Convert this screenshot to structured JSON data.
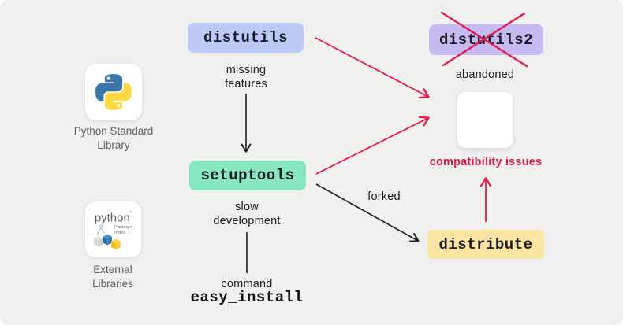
{
  "diagram": {
    "background": "#f0f0ee",
    "accent_red": "#e01a4a",
    "line_black": "#1c1c1c"
  },
  "cards": {
    "stdlib": {
      "icon": "python-logo",
      "label_line1": "Python Standard",
      "label_line2": "Library"
    },
    "pypi": {
      "icon": "pypi-logo",
      "logo_word": "python",
      "logo_tm": "™",
      "logo_sub_line1": "Package",
      "logo_sub_line2": "Index",
      "label_line1": "External",
      "label_line2": "Libraries"
    }
  },
  "nodes": {
    "distutils": {
      "label": "distutils",
      "bg": "#bdcaf8"
    },
    "distutils2": {
      "label": "distutils2",
      "bg": "#c7baf3",
      "status": "crossed-out"
    },
    "setuptools": {
      "label": "setuptools",
      "bg": "#87e7c1"
    },
    "distribute": {
      "label": "distribute",
      "bg": "#fce4a3"
    }
  },
  "labels": {
    "missing_line1": "missing",
    "missing_line2": "features",
    "abandoned": "abandoned",
    "compatibility_issues": "compatibility issues",
    "slow_line1": "slow",
    "slow_line2": "development",
    "command": "command",
    "easy_install": "easy_install",
    "forked": "forked"
  }
}
